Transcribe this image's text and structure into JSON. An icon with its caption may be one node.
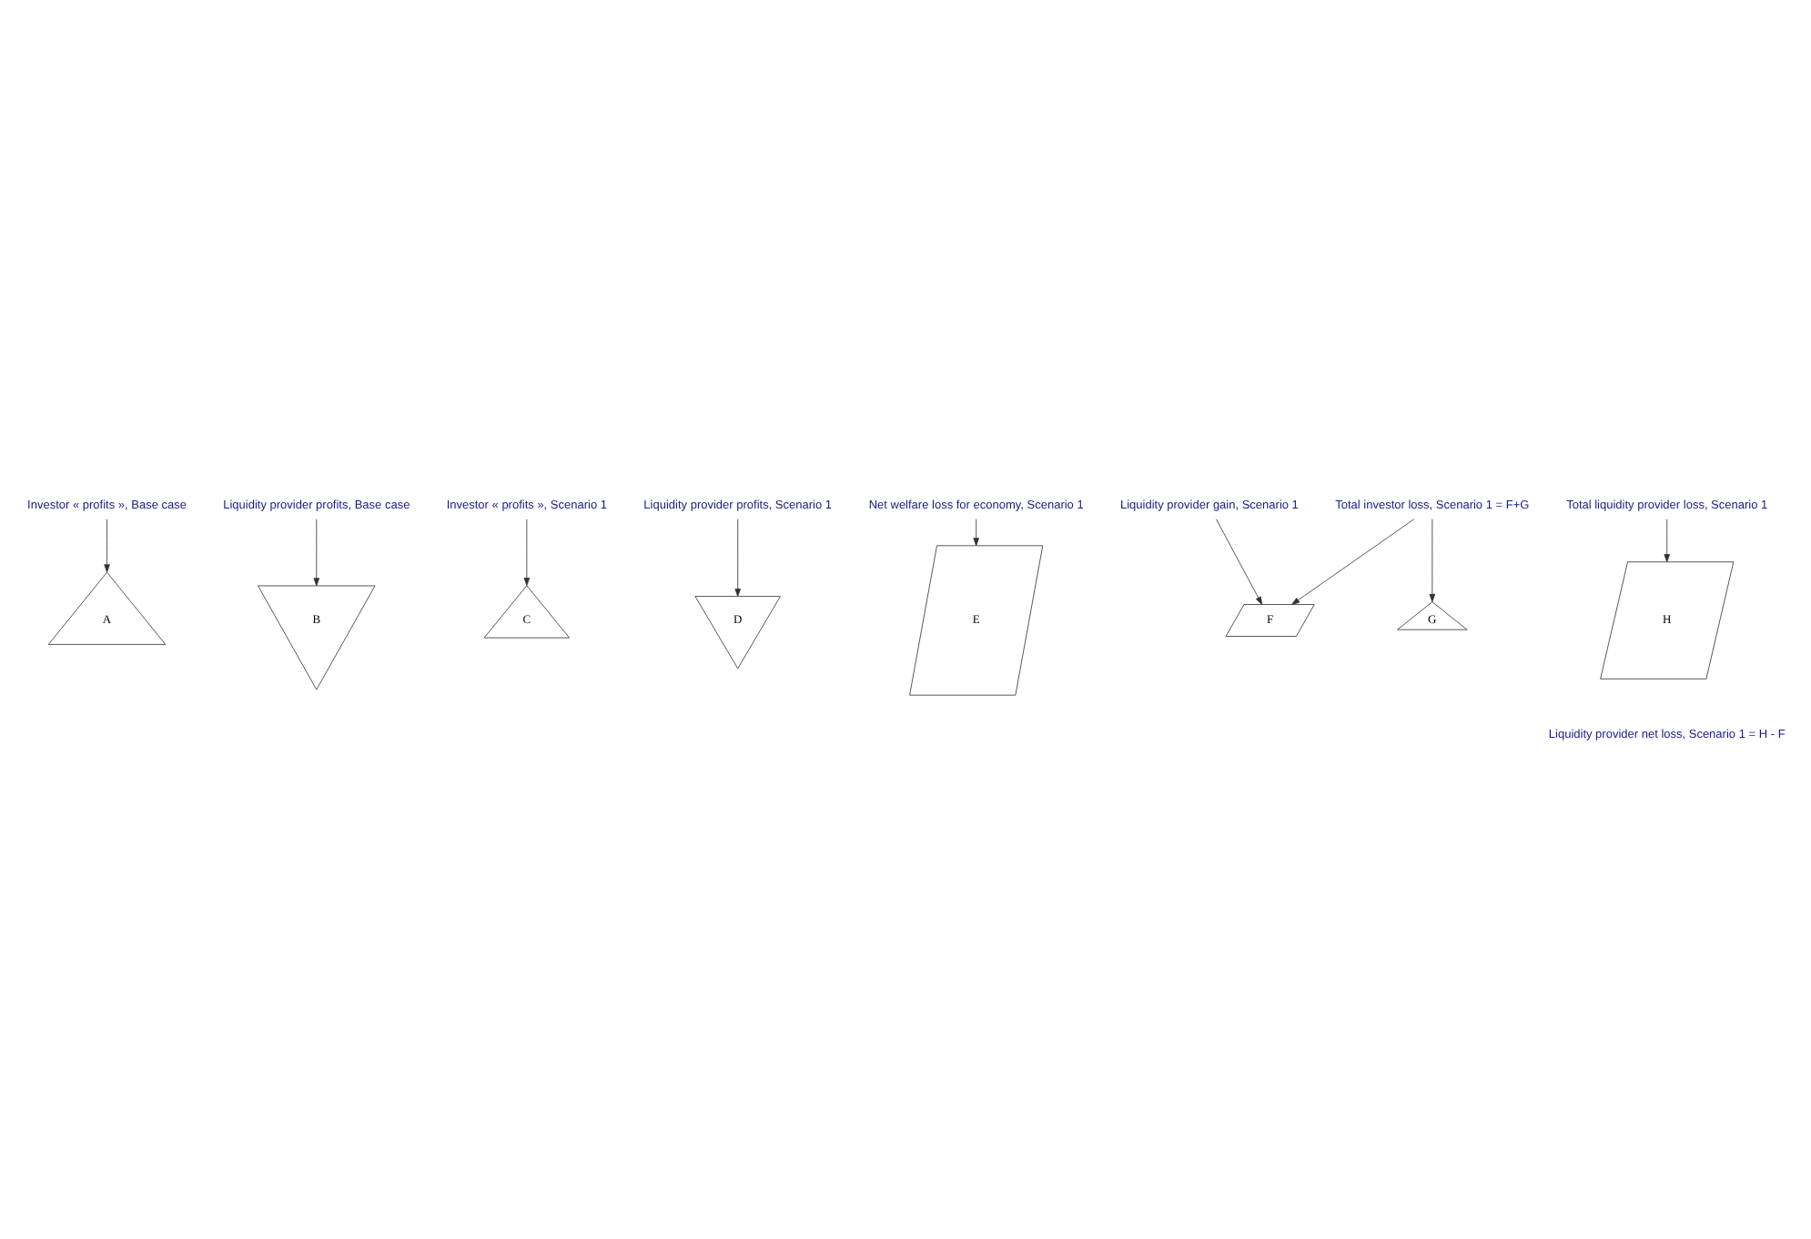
{
  "diagram": {
    "nodes": [
      {
        "text": [
          "Investor « profits », Base case"
        ]
      },
      {
        "text": [
          "A"
        ]
      },
      {
        "text": [
          "B"
        ]
      },
      {
        "text": [
          "Liquidity provider profits, Base case"
        ]
      },
      {
        "text": [
          "Investor « profits », Scenario 1"
        ]
      },
      {
        "text": [
          "C"
        ]
      },
      {
        "text": [
          "D"
        ]
      },
      {
        "text": [
          "Liquidity provider profits, Scenario 1"
        ]
      },
      {
        "text": [
          "Net welfare loss for economy, Scenario 1"
        ]
      },
      {
        "text": [
          "E"
        ]
      },
      {
        "text": [
          "Liquidity provider gain, Scenario 1"
        ]
      },
      {
        "text": [
          "F"
        ]
      },
      {
        "text": [
          "G"
        ]
      },
      {
        "text": [
          "Total investor loss, Scenario 1 = F+G"
        ]
      },
      {
        "text": [
          "H"
        ]
      },
      {
        "text": [
          "Total liquidity provider loss, Scenario 1"
        ]
      }
    ],
    "edges": [
      {
        "from": 0,
        "to": 1,
        "arrow": "to"
      },
      {
        "from": 3,
        "to": 2,
        "arrow": "to"
      },
      {
        "from": 4,
        "to": 5,
        "arrow": "to"
      },
      {
        "from": 7,
        "to": 6,
        "arrow": "to"
      },
      {
        "from": 8,
        "to": 9,
        "arrow": "to"
      },
      {
        "from": 10,
        "to": 11,
        "arrow": "to"
      },
      {
        "from": 13,
        "to": 11,
        "arrow": "to"
      },
      {
        "from": 13,
        "to": 12,
        "arrow": "to"
      },
      {
        "from": 15,
        "to": 14,
        "arrow": "to"
      }
    ],
    "labels": [
      "Liquidity provider net loss, Scenario 1 = H - F"
    ]
  }
}
